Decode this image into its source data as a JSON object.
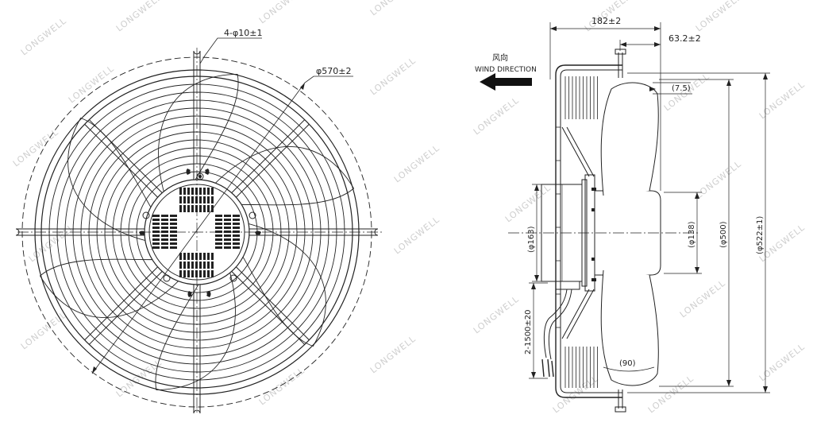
{
  "front_view": {
    "hole_dim": "4-φ10±1",
    "outer_dim": "φ570±2"
  },
  "side_view": {
    "wind_cn": "风向",
    "wind_en": "WIND DIRECTION",
    "depth_dim": "182±2",
    "offset_dim": "63.2±2",
    "blade_gap_dim": "(7.5)",
    "hub_dim": "(φ163)",
    "motor_dim": "(φ138)",
    "blade_dim": "(φ500)",
    "guard_dim": "(φ522±1)",
    "cable_dim": "2-1500±20",
    "angle_dim": "(90)"
  },
  "watermark": "LONGWELL",
  "colors": {
    "line": "#222222",
    "watermark": "#cfcfcf"
  }
}
